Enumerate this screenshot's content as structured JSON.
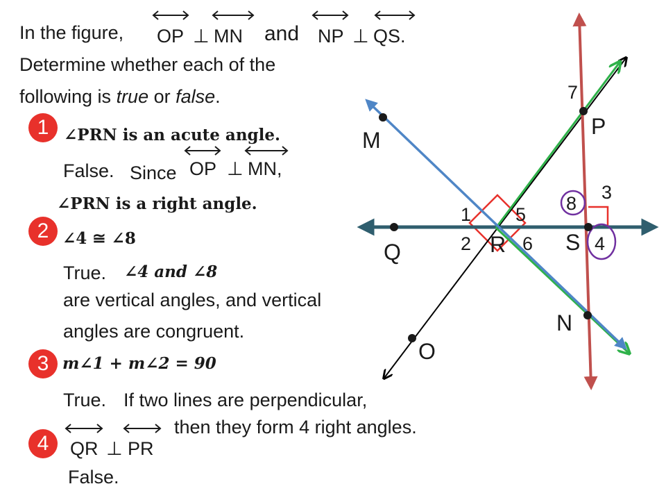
{
  "intro": {
    "line1_prefix": "In the figure,",
    "stmt1_left": "OP",
    "stmt1_right": "MN",
    "connector": "and",
    "stmt2_left": "NP",
    "stmt2_right": "QS.",
    "perp": "⊥",
    "line2": "Determine whether each of the",
    "line3_a": "following is ",
    "line3_true": "true",
    "line3_or": " or ",
    "line3_false": "false",
    "line3_end": "."
  },
  "items": [
    {
      "number": "1",
      "statement": "∠PRN is an acute angle.",
      "answer": "False.",
      "since": "Since",
      "line_left": "OP",
      "line_right": "MN,",
      "extra": "∠PRN is a right angle."
    },
    {
      "number": "2",
      "statement": "∠4 ≅ ∠8",
      "answer": "True.",
      "reason_math": "∠4 and ∠8",
      "reason_line1": "are vertical angles, and vertical",
      "reason_line2": "angles are congruent."
    },
    {
      "number": "3",
      "statement": "m∠1 + m∠2 = 90",
      "answer": "True.",
      "reason_line1": "If two lines are perpendicular,",
      "reason_line2": "then they form 4 right angles."
    },
    {
      "number": "4",
      "line_left": "QR",
      "line_right": "PR",
      "answer": "False."
    }
  ],
  "figure": {
    "points": {
      "M": "M",
      "P": "P",
      "Q": "Q",
      "R": "R",
      "S": "S",
      "N": "N",
      "O": "O"
    },
    "angles": {
      "a1": "1",
      "a2": "2",
      "a3": "3",
      "a4": "4",
      "a5": "5",
      "a6": "6",
      "a7": "7",
      "a8": "8"
    },
    "colors": {
      "line_qs": "#2f5e6e",
      "line_mn": "#4f86c6",
      "line_np": "#2fb24a",
      "line_op": "#000000",
      "line_vertical": "#c0504d",
      "right_angle_mark": "#e8312b",
      "circle_mark": "#7030a0",
      "badge": "#e8312b"
    }
  }
}
